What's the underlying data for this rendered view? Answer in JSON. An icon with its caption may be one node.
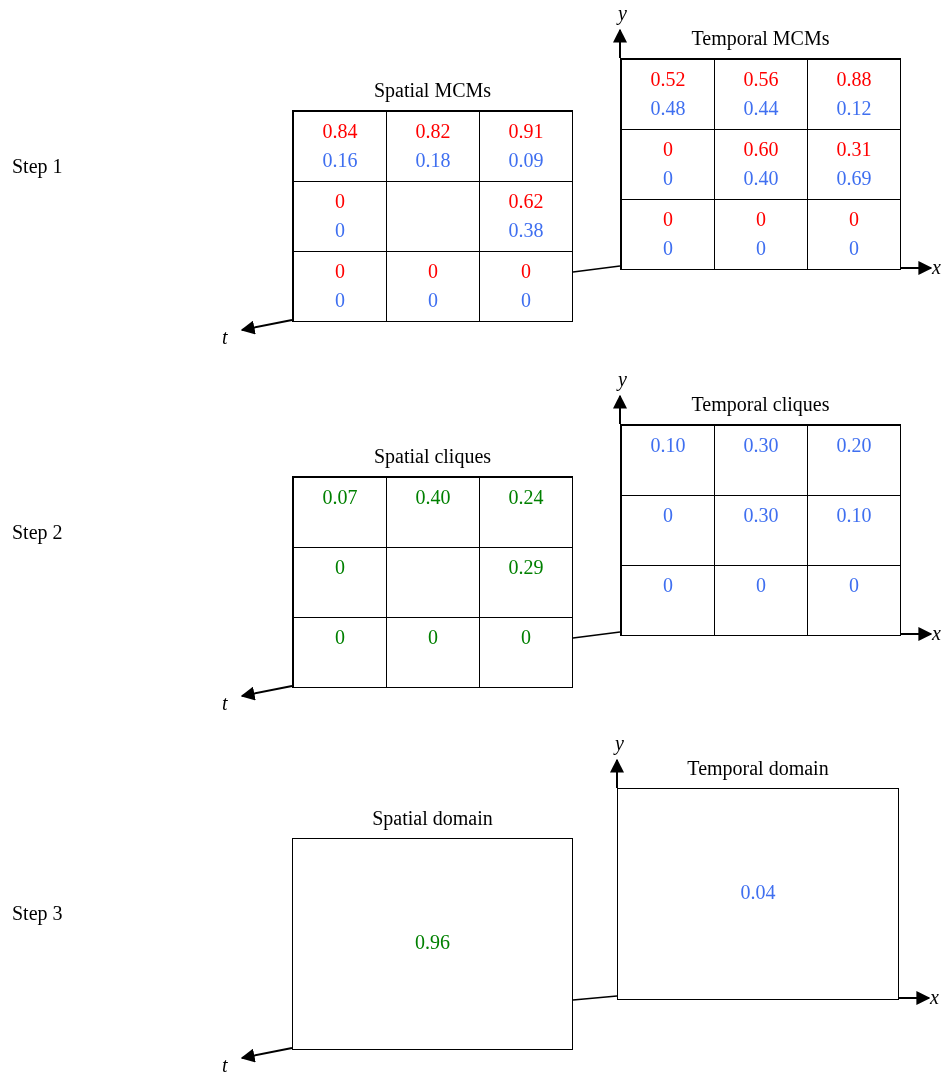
{
  "diagram": {
    "nodes": [
      {
        "text": [
          "Spatial MCMs"
        ]
      },
      {
        "text": [
          "0.84",
          "0.16"
        ],
        "in": 0
      },
      {
        "text": [
          "0.82",
          "0.18"
        ],
        "in": 0
      },
      {
        "text": [
          "0.91",
          "0.09"
        ],
        "in": 0
      },
      {
        "text": [
          "0",
          "0"
        ],
        "in": 0
      },
      {
        "text": [
          "0.62",
          "0.38"
        ],
        "in": 0
      },
      {
        "text": [
          "0",
          "0"
        ],
        "in": 0
      },
      {
        "text": [
          "0",
          "0"
        ],
        "in": 0
      },
      {
        "text": [
          "0",
          "0"
        ],
        "in": 0
      },
      {
        "text": [
          "Temporal MCMs"
        ]
      },
      {
        "text": [
          "0.52",
          "0.48"
        ],
        "in": 9
      },
      {
        "text": [
          "0.56",
          "0.44"
        ],
        "in": 9
      },
      {
        "text": [
          "0.88",
          "0.12"
        ],
        "in": 9
      },
      {
        "text": [
          "0",
          "0"
        ],
        "in": 9
      },
      {
        "text": [
          "0.60",
          "0.40"
        ],
        "in": 9
      },
      {
        "text": [
          "0.31",
          "0.69"
        ],
        "in": 9
      },
      {
        "text": [
          "0",
          "0"
        ],
        "in": 9
      },
      {
        "text": [
          "0",
          "0"
        ],
        "in": 9
      },
      {
        "text": [
          "0",
          "0"
        ],
        "in": 9
      },
      {
        "text": [
          "Spatial cliques"
        ]
      },
      {
        "text": [
          "0.07"
        ],
        "in": 19
      },
      {
        "text": [
          "0.40"
        ],
        "in": 19
      },
      {
        "text": [
          "0.24"
        ],
        "in": 19
      },
      {
        "text": [
          "0"
        ],
        "in": 19
      },
      {
        "text": [
          "0.29"
        ],
        "in": 19
      },
      {
        "text": [
          "0"
        ],
        "in": 19
      },
      {
        "text": [
          "0"
        ],
        "in": 19
      },
      {
        "text": [
          "0"
        ],
        "in": 19
      },
      {
        "text": [
          "Temporal cliques"
        ]
      },
      {
        "text": [
          "0.10"
        ],
        "in": 28
      },
      {
        "text": [
          "0.30"
        ],
        "in": 28
      },
      {
        "text": [
          "0.20"
        ],
        "in": 28
      },
      {
        "text": [
          "0"
        ],
        "in": 28
      },
      {
        "text": [
          "0.30"
        ],
        "in": 28
      },
      {
        "text": [
          "0.10"
        ],
        "in": 28
      },
      {
        "text": [
          "0"
        ],
        "in": 28
      },
      {
        "text": [
          "0"
        ],
        "in": 28
      },
      {
        "text": [
          "0"
        ],
        "in": 28
      },
      {
        "text": [
          "Spatial domain",
          "0.96"
        ]
      },
      {
        "text": [
          "Temporal domain",
          "0.04"
        ]
      }
    ],
    "edges": [
      {
        "from": 0,
        "to": 9,
        "arrow": "none"
      },
      {
        "from": 19,
        "to": 28,
        "arrow": "none"
      },
      {
        "from": 38,
        "to": 39,
        "arrow": "none"
      }
    ],
    "labels": [
      "y",
      "Step 1",
      "x",
      "t",
      "y",
      "Step 2",
      "x",
      "t",
      "y",
      "Step 3",
      "x",
      "t"
    ]
  }
}
